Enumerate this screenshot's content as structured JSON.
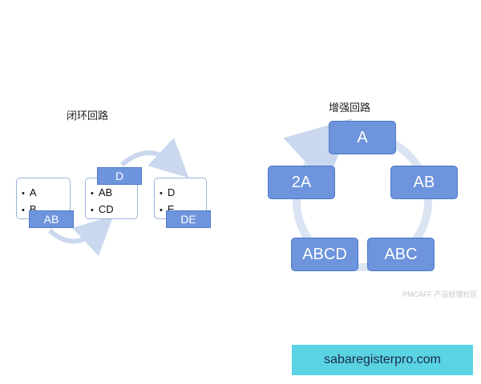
{
  "closed_loop": {
    "title": "闭环回路",
    "boxes": [
      {
        "items": [
          "A",
          "B"
        ],
        "tag": "AB"
      },
      {
        "items": [
          "AB",
          "CD"
        ],
        "tag": "D"
      },
      {
        "items": [
          "D",
          "E"
        ],
        "tag": "DE"
      }
    ]
  },
  "reinforcing_loop": {
    "title": "增强回路",
    "nodes": [
      "A",
      "AB",
      "ABC",
      "ABCD",
      "2A"
    ]
  },
  "watermark": "PMCAFF 产品经理社区",
  "banner": "sabaregisterpro.com",
  "colors": {
    "node_fill": "#6d94dc",
    "arrow": "#c9d8ee",
    "banner": "#5ad3e3"
  }
}
